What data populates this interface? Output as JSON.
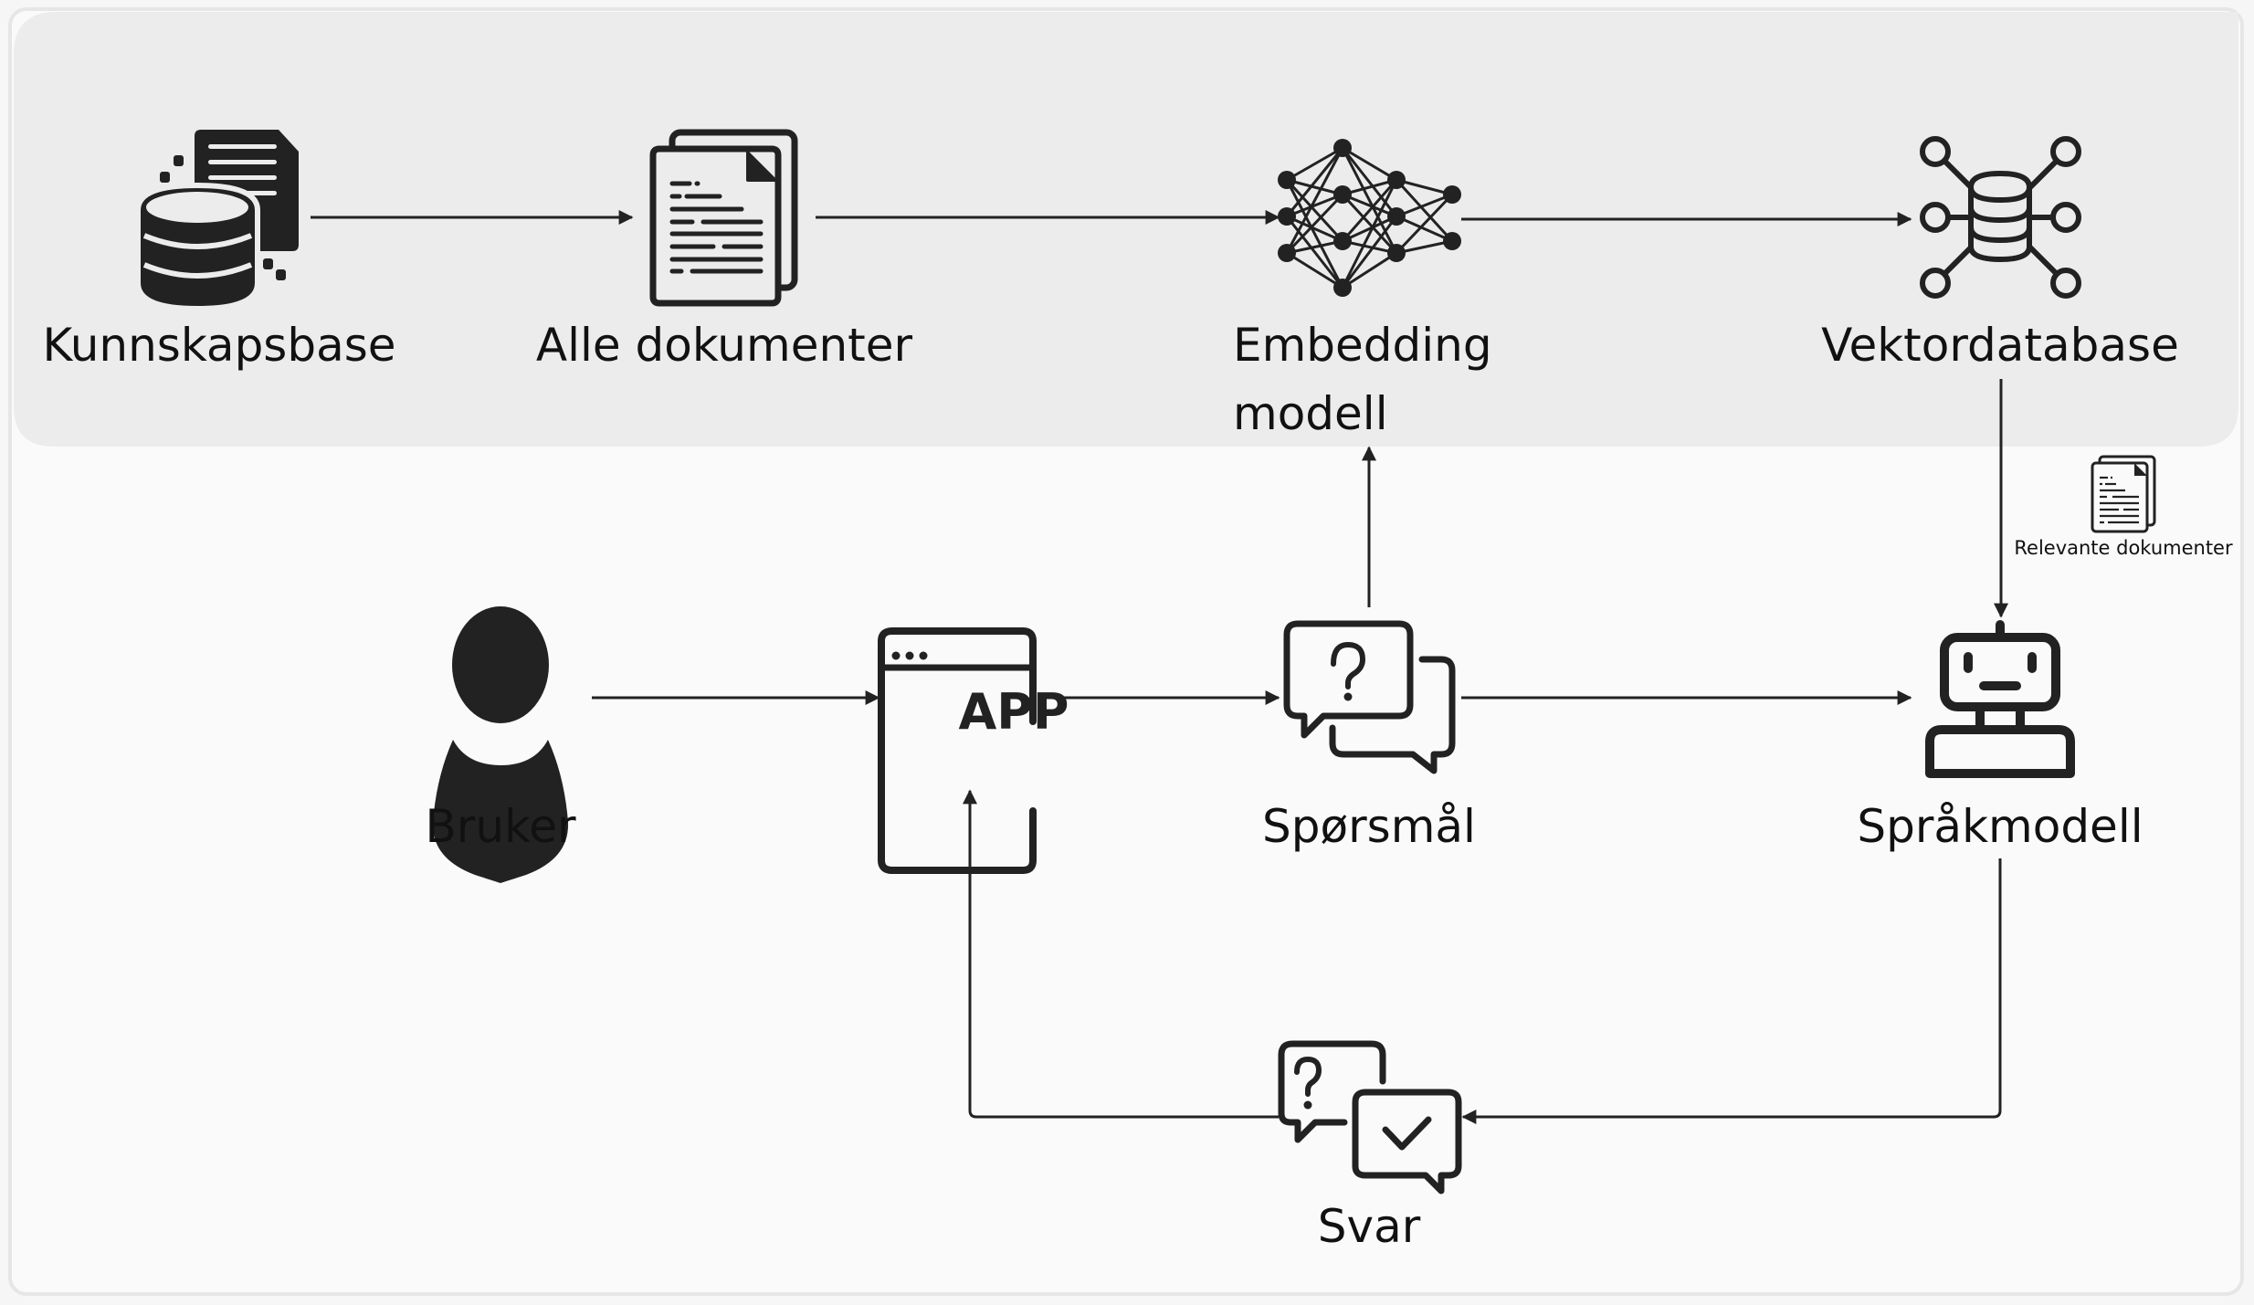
{
  "diagram": {
    "title": "RAG pipeline",
    "colors": {
      "ink": "#222222",
      "indexing_panel": "#ececec",
      "container": "#fafafa",
      "container_border": "#e6e6e6"
    },
    "groups": [
      {
        "id": "indexing",
        "label": "",
        "members": [
          "kunnskapsbase",
          "alle_dokumenter",
          "embedding_modell",
          "vektordatabase"
        ]
      }
    ],
    "nodes": {
      "kunnskapsbase": {
        "label": "Kunnskapsbase",
        "icon": "database-document-icon"
      },
      "alle_dokumenter": {
        "label": "Alle dokumenter",
        "icon": "documents-icon"
      },
      "embedding_modell": {
        "label_line1": "Embedding",
        "label_line2": "modell",
        "icon": "neural-network-icon"
      },
      "vektordatabase": {
        "label": "Vektordatabase",
        "icon": "vector-database-icon"
      },
      "bruker": {
        "label": "Bruker",
        "icon": "user-icon"
      },
      "app": {
        "label": "APP",
        "icon": "app-window-icon"
      },
      "sporsmal": {
        "label": "Spørsmål",
        "icon": "question-chat-icon"
      },
      "sprakmodell": {
        "label": "Språkmodell",
        "icon": "robot-icon"
      },
      "svar": {
        "label": "Svar",
        "icon": "answer-chat-icon"
      }
    },
    "edges": [
      {
        "from": "kunnskapsbase",
        "to": "alle_dokumenter",
        "label": ""
      },
      {
        "from": "alle_dokumenter",
        "to": "embedding_modell",
        "label": ""
      },
      {
        "from": "embedding_modell",
        "to": "vektordatabase",
        "label": ""
      },
      {
        "from": "vektordatabase",
        "to": "sprakmodell",
        "label": "Relevante dokumenter",
        "label_icon": "documents-icon"
      },
      {
        "from": "bruker",
        "to": "app",
        "label": ""
      },
      {
        "from": "app",
        "to": "sporsmal",
        "label": ""
      },
      {
        "from": "sporsmal",
        "to": "embedding_modell",
        "label": ""
      },
      {
        "from": "sporsmal",
        "to": "sprakmodell",
        "label": ""
      },
      {
        "from": "sprakmodell",
        "to": "svar",
        "label": ""
      },
      {
        "from": "svar",
        "to": "app",
        "label": ""
      }
    ]
  }
}
